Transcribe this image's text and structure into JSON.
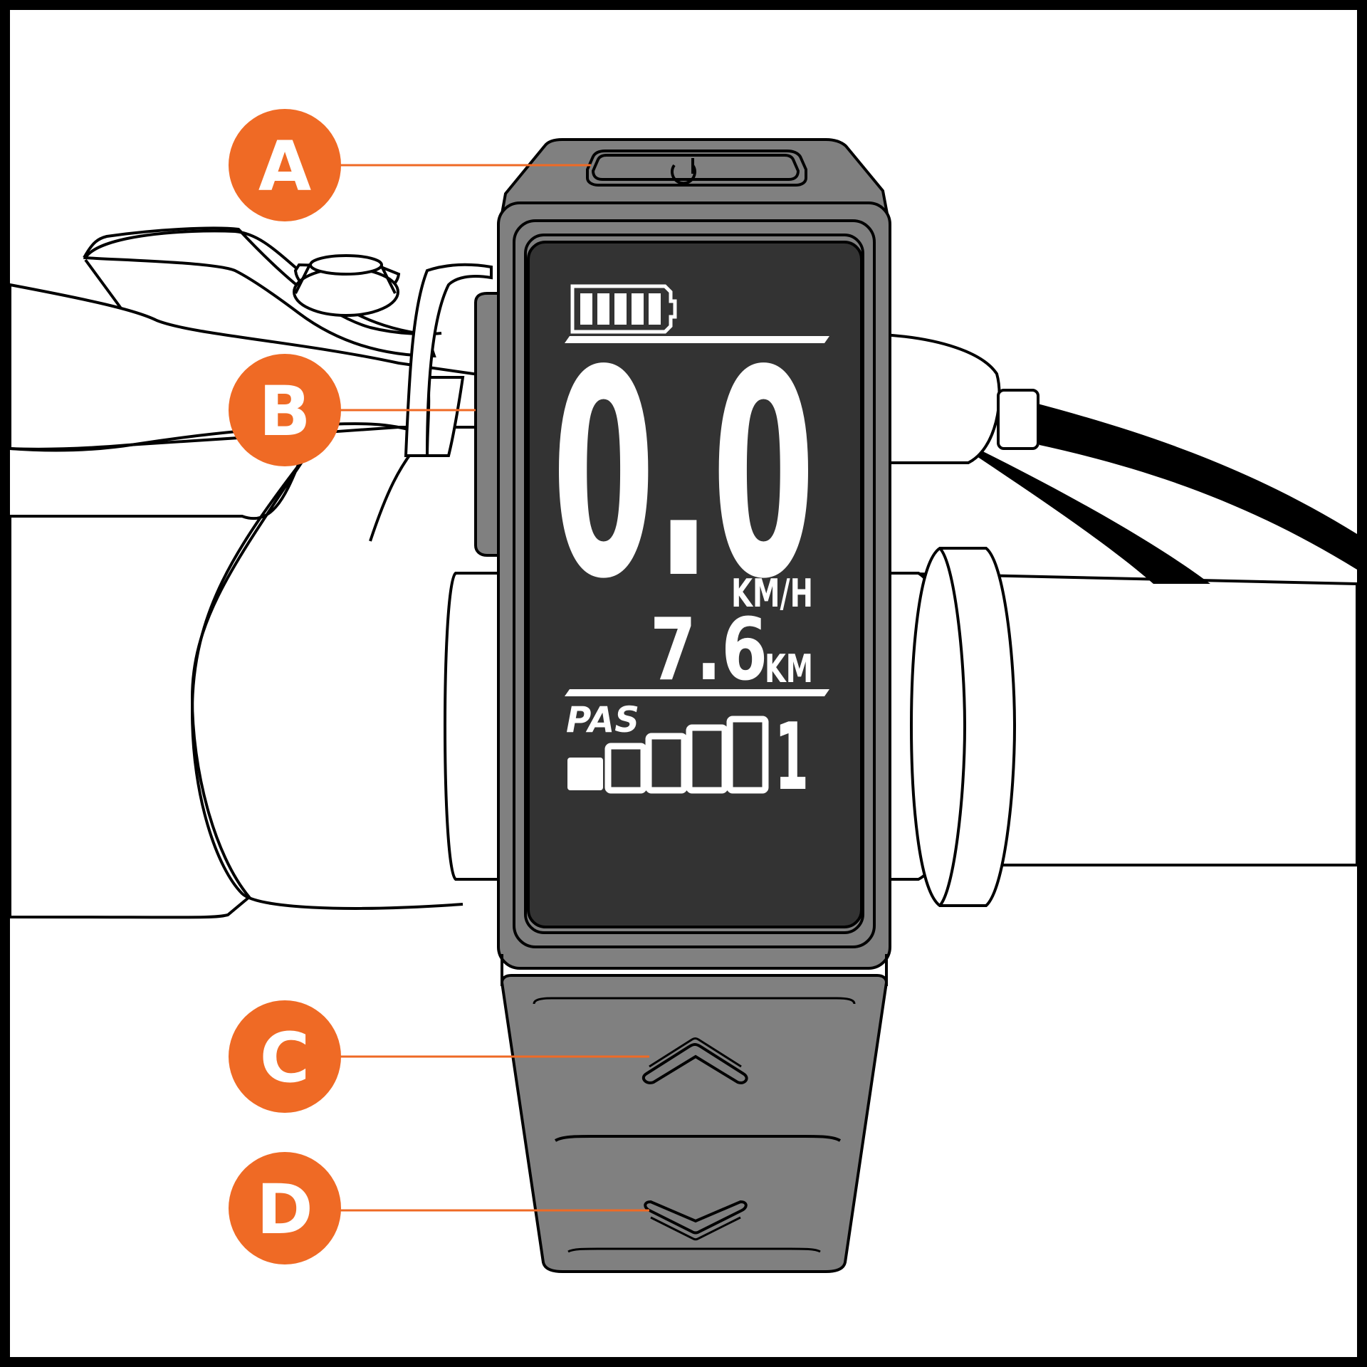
{
  "colors": {
    "accent": "#ef6a25",
    "housing": "#808080",
    "screen": "#333333",
    "outline": "#000000",
    "lcd_text": "#ffffff"
  },
  "display": {
    "speed_value": "0.0",
    "speed_unit": "KM/H",
    "distance_value": "7.6",
    "distance_unit": "KM",
    "assist_label": "PAS",
    "assist_level_value": "1",
    "battery_bars": 5,
    "assist_level_boxes_filled": 1,
    "assist_level_boxes_total": 5
  },
  "callouts": [
    {
      "letter": "A",
      "target": "power-button-icon"
    },
    {
      "letter": "B",
      "target": "side-button"
    },
    {
      "letter": "C",
      "target": "up-arrow-button"
    },
    {
      "letter": "D",
      "target": "down-arrow-button"
    }
  ]
}
